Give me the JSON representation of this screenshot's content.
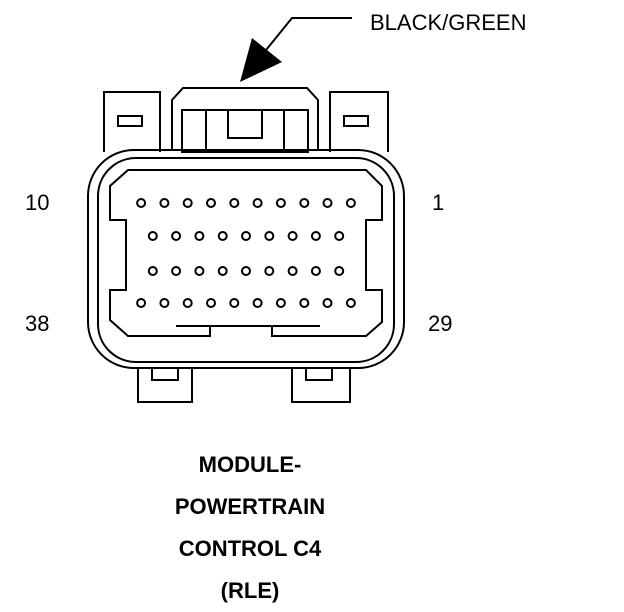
{
  "wire_callout": "BLACK/GREEN",
  "pin_labels": {
    "top_left": "10",
    "top_right": "1",
    "bottom_left": "38",
    "bottom_right": "29"
  },
  "caption": {
    "line1": "MODULE-",
    "line2": "POWERTRAIN",
    "line3": "CONTROL C4",
    "line4": "(RLE)"
  },
  "pin_rows": [
    10,
    9,
    9,
    10
  ]
}
